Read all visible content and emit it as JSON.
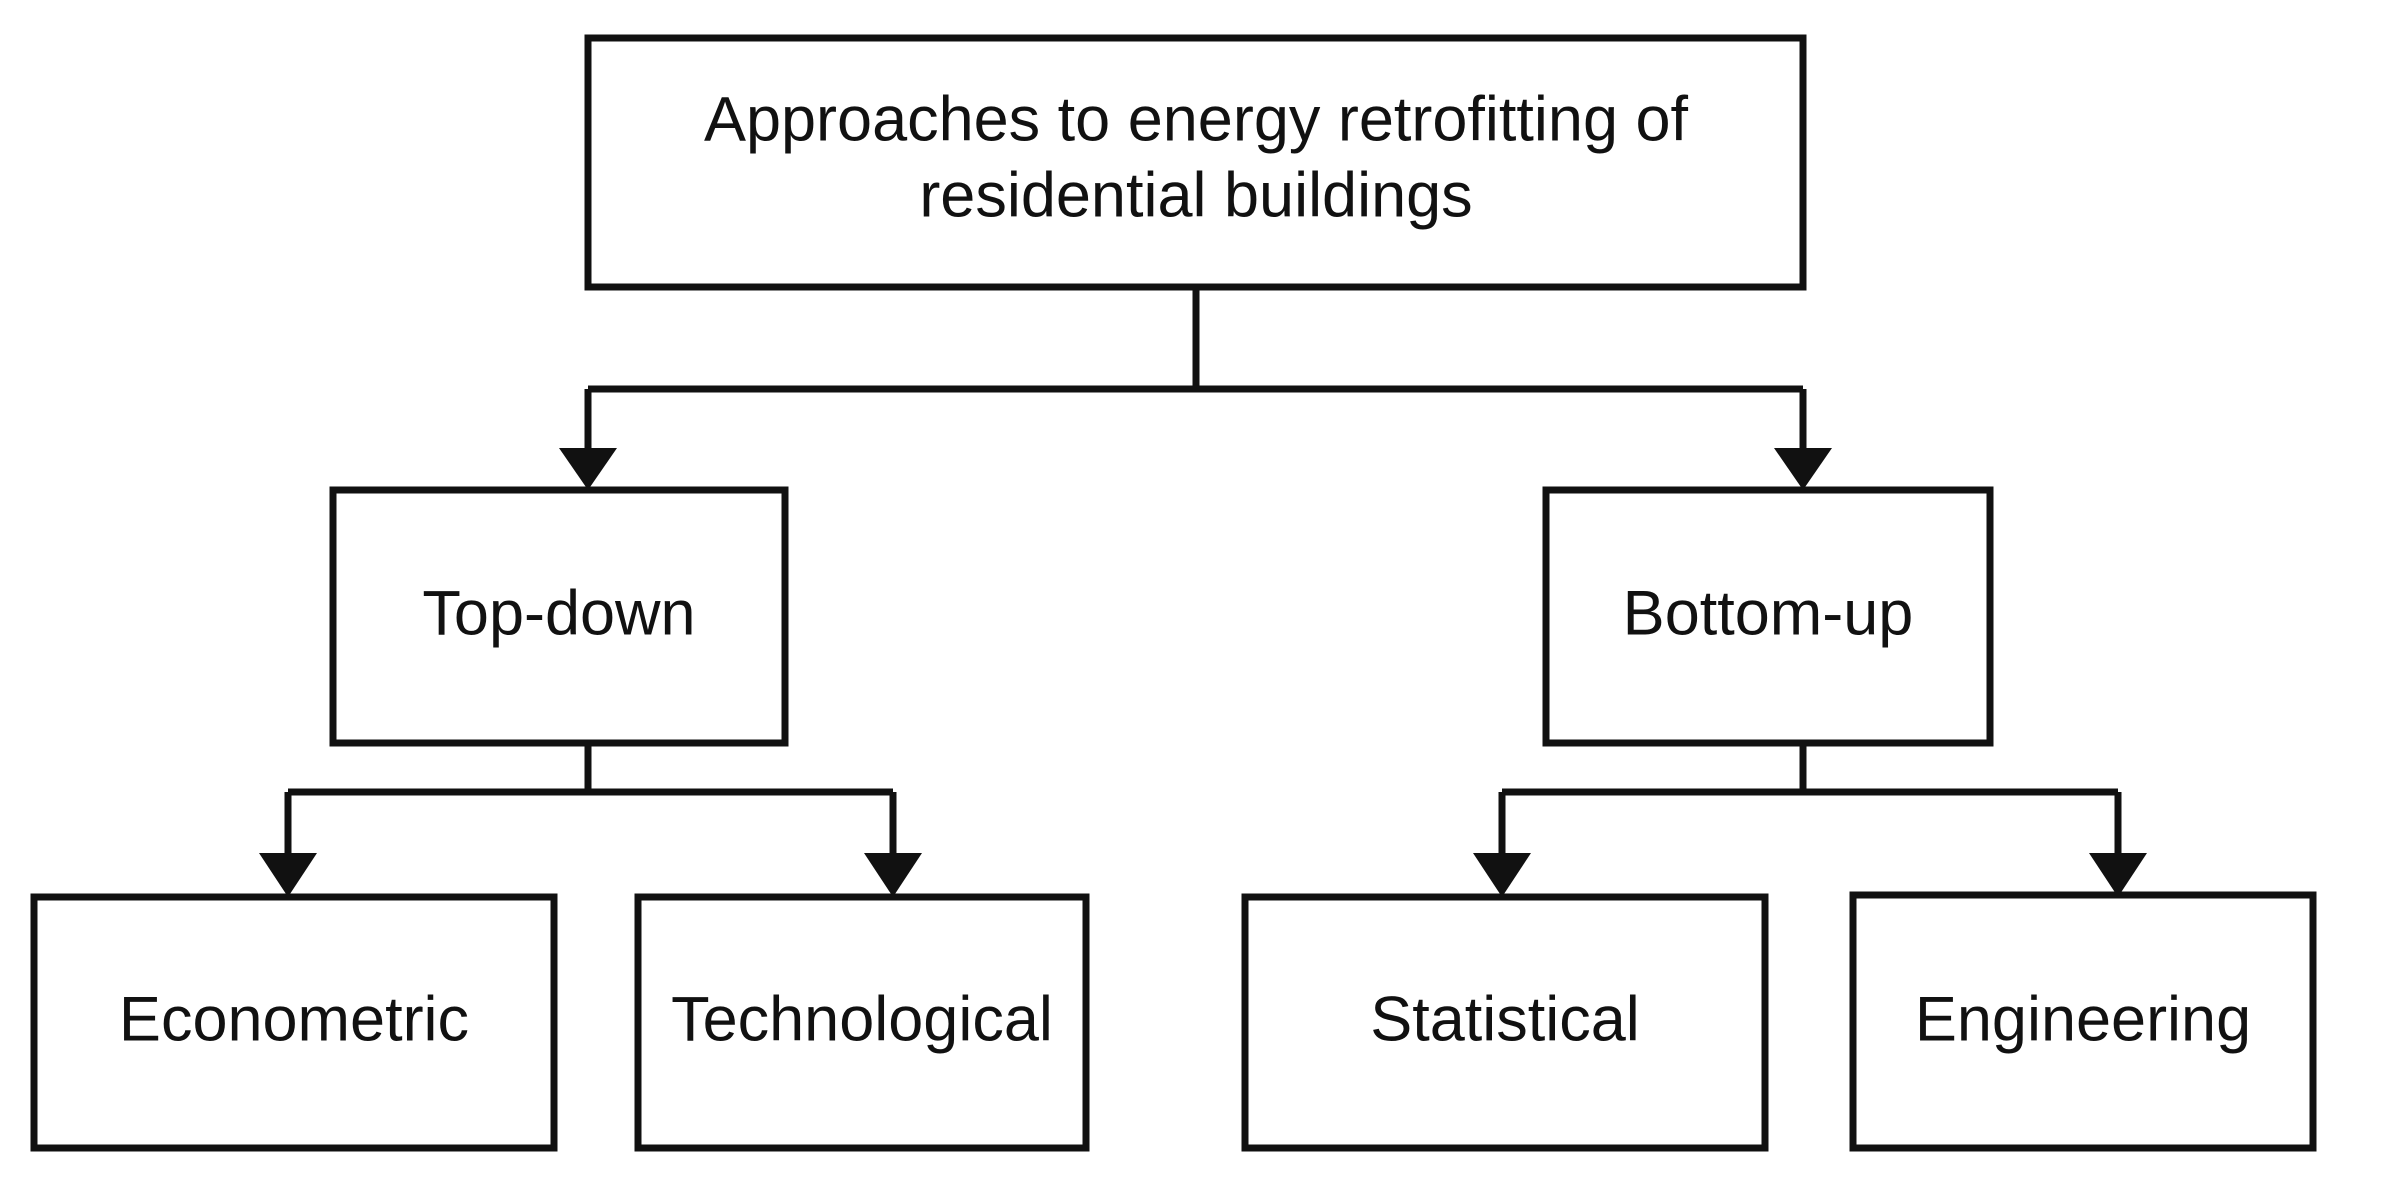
{
  "diagram": {
    "type": "hierarchy-flowchart",
    "orientation": "top-down",
    "background_color": "#ffffff",
    "line_color": "#111111",
    "box_fill": "#ffffff",
    "root": {
      "id": "root",
      "label_line_1": "Approaches to energy retrofitting of",
      "label_line_2": "residential buildings",
      "label_full": "Approaches to energy retrofitting of residential buildings"
    },
    "level2": [
      {
        "id": "top-down",
        "label": "Top-down"
      },
      {
        "id": "bottom-up",
        "label": "Bottom-up"
      }
    ],
    "level3": [
      {
        "id": "econometric",
        "label": "Econometric",
        "parent": "top-down"
      },
      {
        "id": "technological",
        "label": "Technological",
        "parent": "top-down"
      },
      {
        "id": "statistical",
        "label": "Statistical",
        "parent": "bottom-up"
      },
      {
        "id": "engineering",
        "label": "Engineering",
        "parent": "bottom-up"
      }
    ],
    "edges": [
      {
        "from": "root",
        "to": "top-down",
        "arrow": "down"
      },
      {
        "from": "root",
        "to": "bottom-up",
        "arrow": "down"
      },
      {
        "from": "top-down",
        "to": "econometric",
        "arrow": "down"
      },
      {
        "from": "top-down",
        "to": "technological",
        "arrow": "down"
      },
      {
        "from": "bottom-up",
        "to": "statistical",
        "arrow": "down"
      },
      {
        "from": "bottom-up",
        "to": "engineering",
        "arrow": "down"
      }
    ]
  }
}
